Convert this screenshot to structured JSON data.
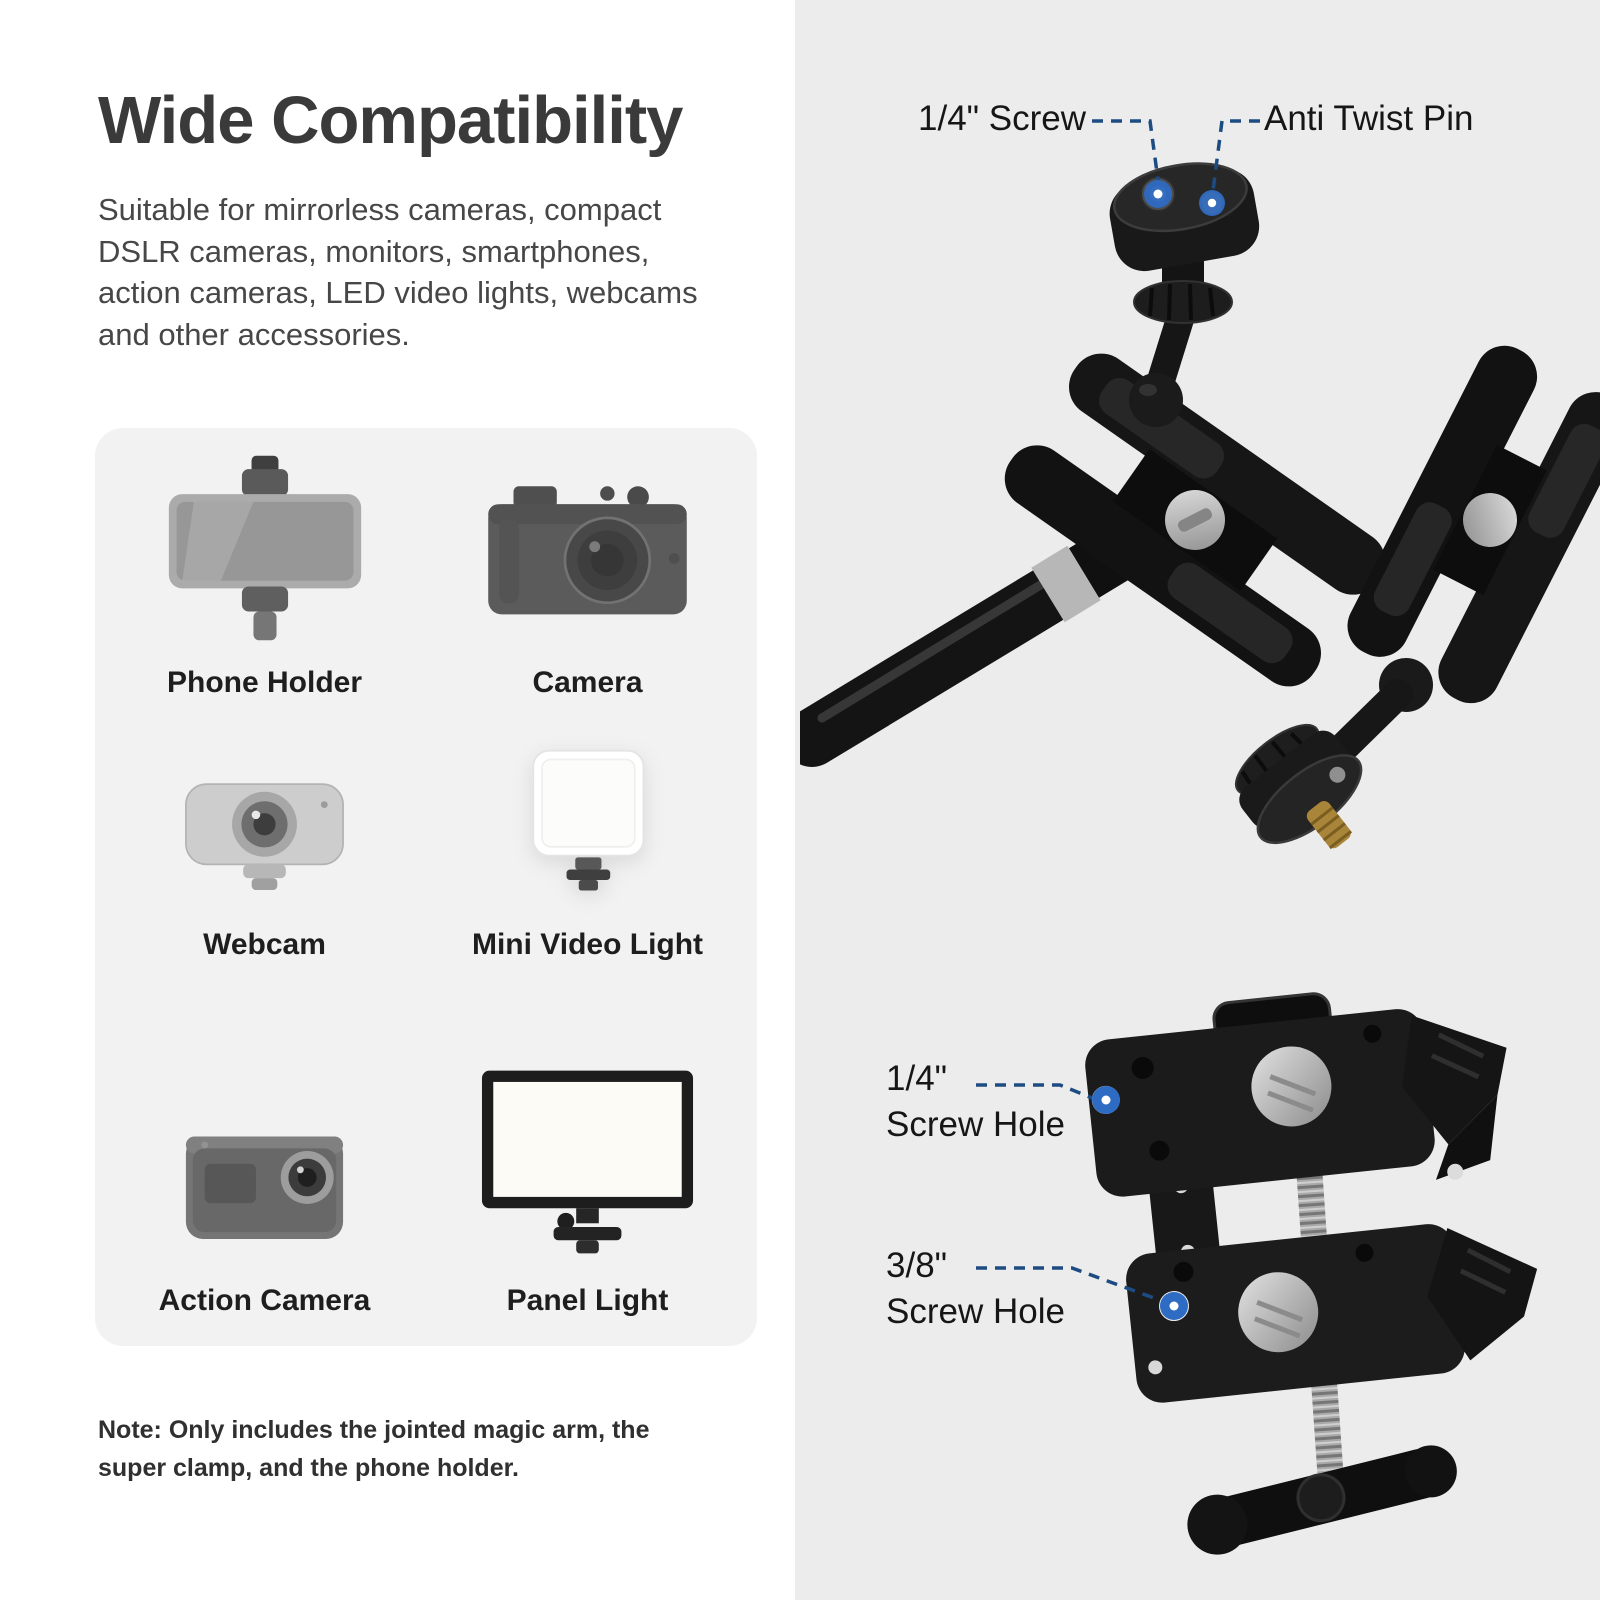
{
  "page": {
    "title": "Wide Compatibility",
    "description": "Suitable for mirrorless cameras, compact DSLR cameras, monitors, smartphones, action cameras, LED video lights, webcams and other accessories.",
    "note": "Note: Only includes the jointed magic arm, the super clamp, and the phone holder."
  },
  "compatibility": {
    "items": [
      {
        "label": "Phone Holder",
        "icon": "phone-holder-icon"
      },
      {
        "label": "Camera",
        "icon": "camera-icon"
      },
      {
        "label": "Webcam",
        "icon": "webcam-icon"
      },
      {
        "label": "Mini Video Light",
        "icon": "mini-video-light-icon"
      },
      {
        "label": "Action Camera",
        "icon": "action-camera-icon"
      },
      {
        "label": "Panel Light",
        "icon": "panel-light-icon"
      }
    ]
  },
  "callouts": {
    "top": [
      {
        "label": "1/4\" Screw"
      },
      {
        "label": "Anti Twist Pin"
      }
    ],
    "bottom": [
      {
        "size": "1/4\"",
        "text": "Screw Hole"
      },
      {
        "size": "3/8\"",
        "text": "Screw Hole"
      }
    ]
  },
  "colors": {
    "accent_blue_dot": "#2e6cc4",
    "callout_line_blue": "#1d4c82",
    "right_panel_bg": "#ececec",
    "card_bg": "#f2f2f2",
    "title_text": "#3a3a3a",
    "body_text": "#474747"
  }
}
